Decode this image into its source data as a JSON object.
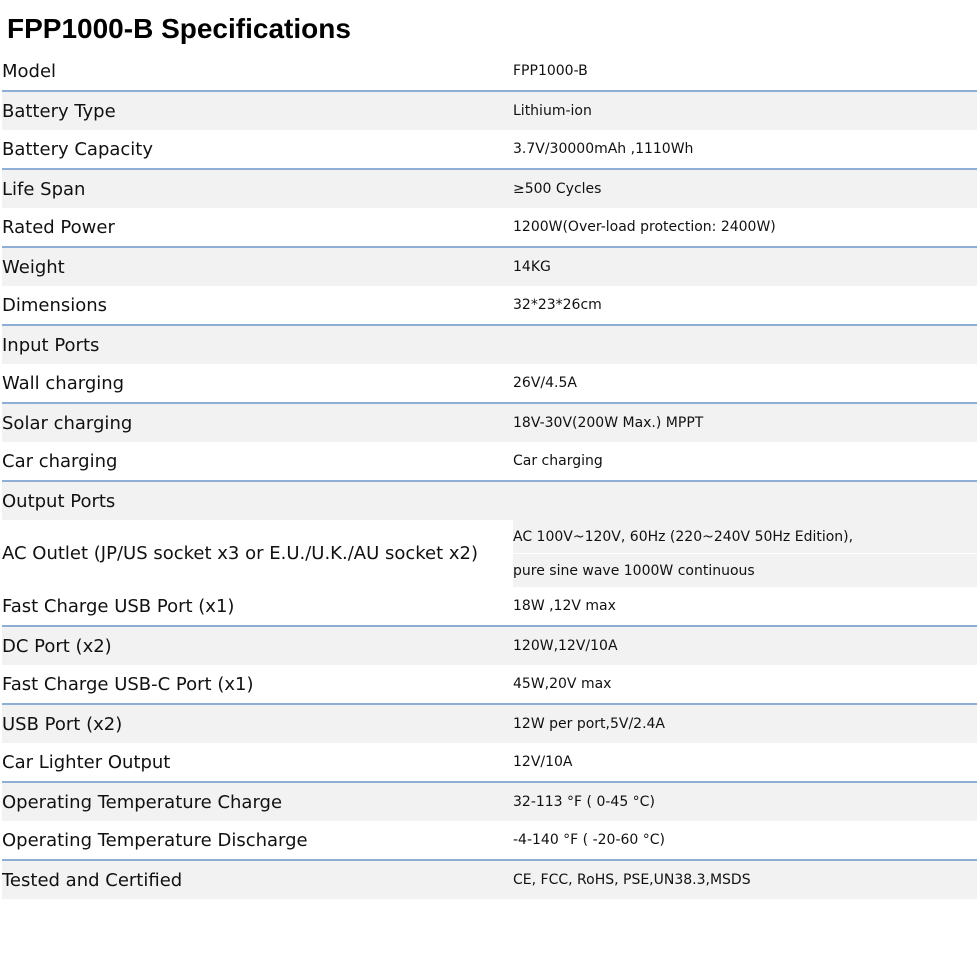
{
  "title": "FPP1000-B Specifications",
  "specs": [
    {
      "label": "Model",
      "value": "FPP1000-B"
    },
    {
      "label": "Battery Type",
      "value": "Lithium-ion"
    },
    {
      "label": "Battery Capacity",
      "value": "3.7V/30000mAh ,1110Wh"
    },
    {
      "label": "Life Span",
      "value": "≥500 Cycles"
    },
    {
      "label": "Rated Power",
      "value": "1200W(Over-load protection: 2400W)"
    },
    {
      "label": "Weight",
      "value": "14KG"
    },
    {
      "label": "Dimensions",
      "value": "32*23*26cm"
    },
    {
      "label": "Input Ports",
      "value": ""
    },
    {
      "label": "Wall charging",
      "value": "26V/4.5A"
    },
    {
      "label": "Solar charging",
      "value": "18V-30V(200W Max.) MPPT"
    },
    {
      "label": "Car charging",
      "value": "Car charging"
    },
    {
      "label": "Output Ports",
      "value": ""
    },
    {
      "label": "AC Outlet (JP/US socket x3 or E.U./U.K./AU socket x2)",
      "value_line1": "AC 100V~120V, 60Hz (220~240V 50Hz Edition),",
      "value_line2": "pure sine wave 1000W continuous"
    },
    {
      "label": "Fast Charge USB Port (x1)",
      "value": "18W ,12V max"
    },
    {
      "label": "DC Port (x2)",
      "value": "120W,12V/10A"
    },
    {
      "label": "Fast Charge USB-C Port (x1)",
      "value": "45W,20V max"
    },
    {
      "label": "USB Port (x2)",
      "value": "12W per port,5V/2.4A"
    },
    {
      "label": "Car Lighter Output",
      "value": "12V/10A"
    },
    {
      "label": "Operating Temperature Charge",
      "value": "32-113 °F ( 0-45 °C)"
    },
    {
      "label": "Operating Temperature Discharge",
      "value": "-4-140 °F ( -20-60 °C)"
    },
    {
      "label": "Tested and Certified",
      "value": "CE, FCC, RoHS, PSE,UN38.3,MSDS"
    }
  ]
}
